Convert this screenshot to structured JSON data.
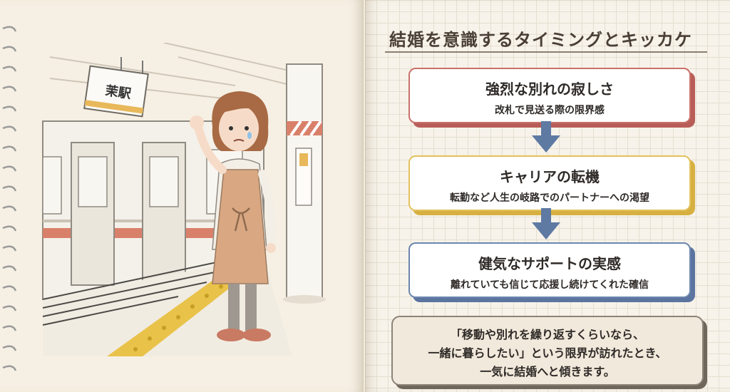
{
  "illustration": {
    "station_sign": "茉駅"
  },
  "heading": "結婚を意識するタイミングとキッカケ",
  "cards": [
    {
      "title": "強烈な別れの寂しさ",
      "subtitle": "改札で見送る際の限界感",
      "accent": "#c9706a"
    },
    {
      "title": "キャリアの転機",
      "subtitle": "転勤など人生の岐路でのパートナーへの渇望",
      "accent": "#e2c25c"
    },
    {
      "title": "健気なサポートの実感",
      "subtitle": "離れていても信じて応援し続けてくれた確信",
      "accent": "#6c86ad"
    }
  ],
  "arrow_color": "#5e7aa3",
  "summary": {
    "lines": [
      "「移動や別れを繰り返すくらいなら、",
      "一緒に暮らしたい」という限界が訪れたとき、",
      "一気に結婚へと傾きます。"
    ]
  }
}
